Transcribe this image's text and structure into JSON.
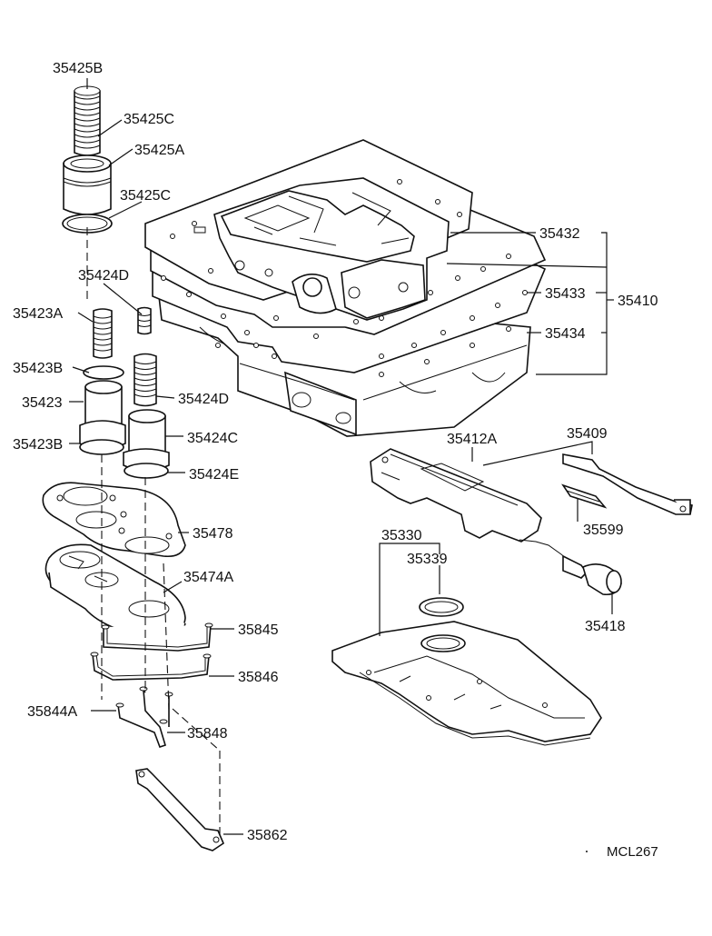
{
  "diagram_code": "MCL267",
  "parts": {
    "p35425B": "35425B",
    "p35425C_top": "35425C",
    "p35425A": "35425A",
    "p35425C_bottom": "35425C",
    "p35424D_top": "35424D",
    "p35423A": "35423A",
    "p35423B_top": "35423B",
    "p35424D_right": "35424D",
    "p35423": "35423",
    "p35424C": "35424C",
    "p35423B_bottom": "35423B",
    "p35424E": "35424E",
    "p35478": "35478",
    "p35474A": "35474A",
    "p35845": "35845",
    "p35846": "35846",
    "p35844A": "35844A",
    "p35848": "35848",
    "p35862": "35862",
    "p35432": "35432",
    "p35433": "35433",
    "p35410": "35410",
    "p35434": "35434",
    "p35409": "35409",
    "p35412A": "35412A",
    "p35599": "35599",
    "p35330": "35330",
    "p35339": "35339",
    "p35418": "35418"
  }
}
